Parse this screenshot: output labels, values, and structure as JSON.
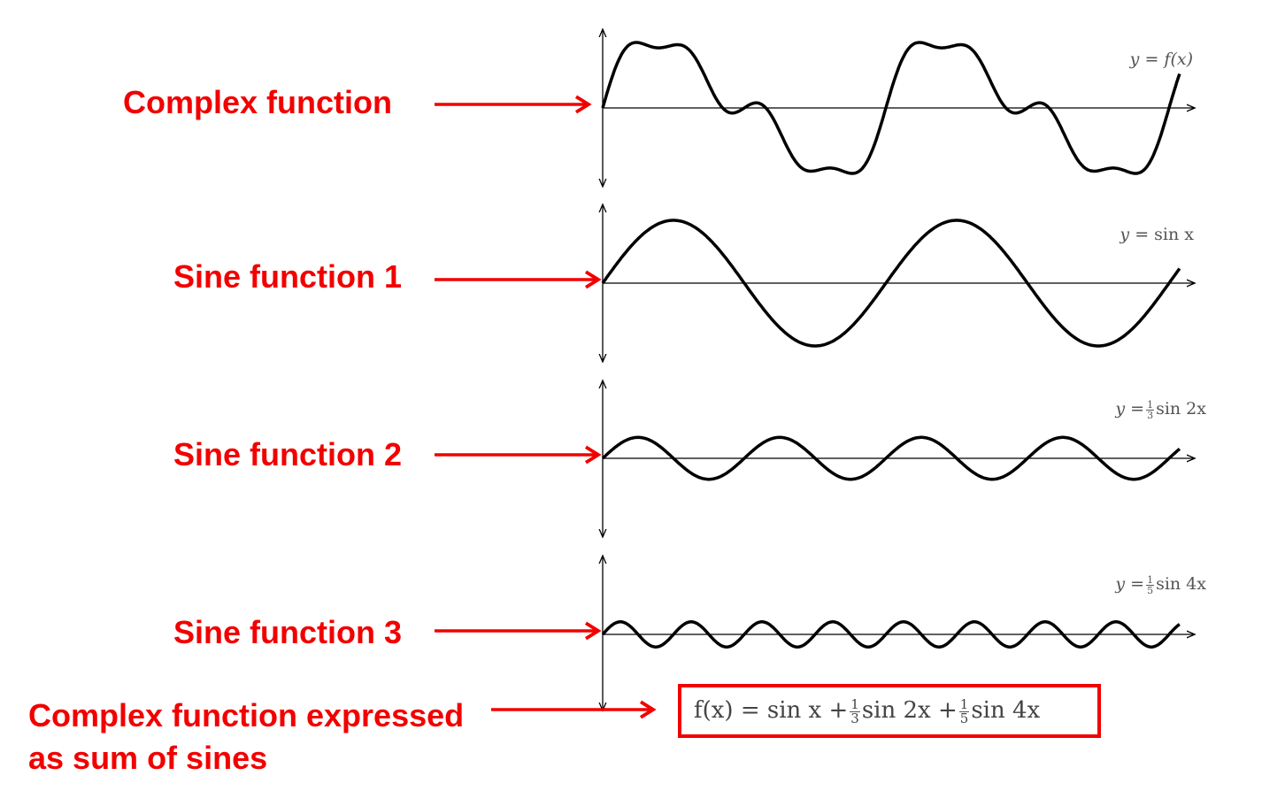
{
  "colors": {
    "annotation": "#f20000",
    "curve": "#000000",
    "equation": "#555555"
  },
  "x_range_radians": [
    0,
    12.8
  ],
  "plots": [
    {
      "label": "Complex function",
      "equation": {
        "lhs": "y =",
        "rhs": "f(x)"
      },
      "terms": [
        [
          1,
          1
        ],
        [
          0.3333,
          2
        ],
        [
          0.2,
          4
        ]
      ]
    },
    {
      "label": "Sine function 1",
      "equation": {
        "lhs": "y =",
        "rhs": "sin x"
      },
      "terms": [
        [
          1,
          1
        ]
      ]
    },
    {
      "label": "Sine function 2",
      "equation": {
        "lhs": "y =",
        "num": "1",
        "den": "3",
        "rhs": "sin 2x"
      },
      "terms": [
        [
          0.3333,
          2
        ]
      ]
    },
    {
      "label": "Sine function 3",
      "equation": {
        "lhs": "y =",
        "num": "1",
        "den": "5",
        "rhs": "sin 4x"
      },
      "terms": [
        [
          0.2,
          4
        ]
      ]
    }
  ],
  "summary": {
    "label_line1": "Complex function expressed",
    "label_line2": "as sum of sines",
    "formula": {
      "p1": "f(x) = sin x +",
      "f1_num": "1",
      "f1_den": "3",
      "p2": "sin 2x +",
      "f2_num": "1",
      "f2_den": "5",
      "p3": "sin 4x"
    }
  }
}
